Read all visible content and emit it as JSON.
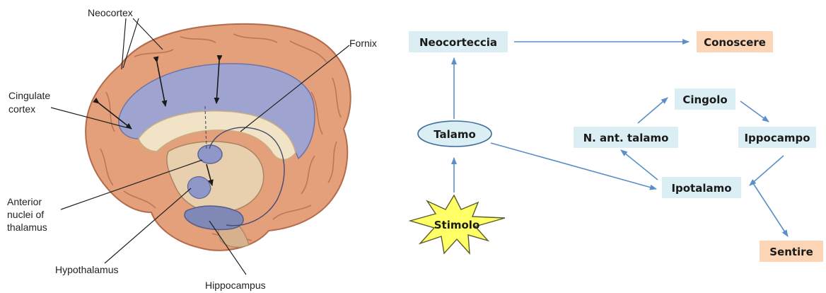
{
  "brain": {
    "labels": {
      "neocortex": "Neocortex",
      "fornix": "Fornix",
      "cingulate_line1": "Cingulate",
      "cingulate_line2": "cortex",
      "anterior_line1": "Anterior",
      "anterior_line2": "nuclei of",
      "anterior_line3": "thalamus",
      "hypothalamus": "Hypothalamus",
      "hippocampus": "Hippocampus"
    }
  },
  "flow": {
    "nodes": {
      "neocorteccia": "Neocorteccia",
      "conoscere": "Conoscere",
      "talamo": "Talamo",
      "stimolo": "Stimolo",
      "cingolo": "Cingolo",
      "n_ant_talamo": "N. ant. talamo",
      "ippocampo": "Ippocampo",
      "ipotalamo": "Ipotalamo",
      "sentire": "Sentire"
    },
    "colors": {
      "box_blue": "#dbeef4",
      "box_orange": "#fbd5b5",
      "arrow": "#5b8fc7",
      "starburst": "#ffff66"
    }
  }
}
